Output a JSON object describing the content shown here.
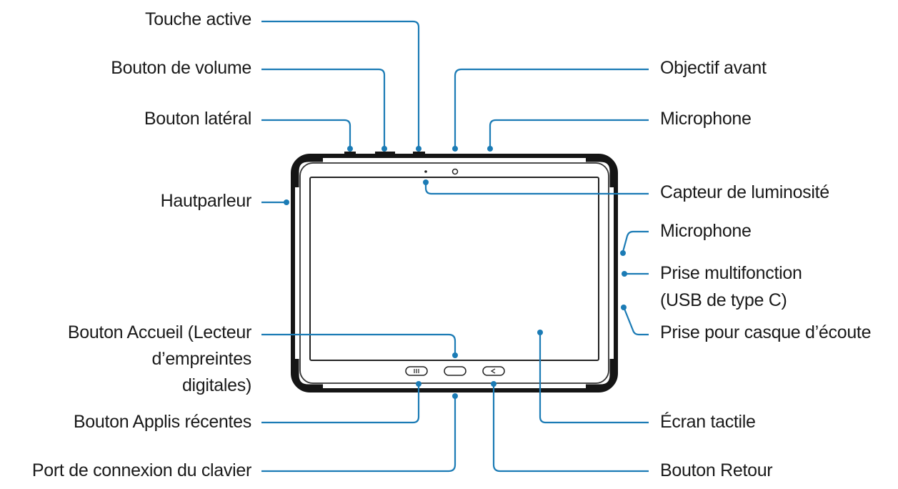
{
  "diagram": {
    "accent_color": "#1b7bb5",
    "labels_left": {
      "touche_active": "Touche active",
      "bouton_volume": "Bouton de volume",
      "bouton_lateral": "Bouton latéral",
      "hautparleur": "Hautparleur",
      "bouton_accueil_1": "Bouton Accueil (Lecteur",
      "bouton_accueil_2": "d’empreintes",
      "bouton_accueil_3": "digitales)",
      "bouton_applis": "Bouton Applis récentes",
      "port_clavier": "Port de connexion du clavier"
    },
    "labels_right": {
      "objectif_avant": "Objectif avant",
      "microphone_top": "Microphone",
      "capteur": "Capteur de luminosité",
      "microphone_side": "Microphone",
      "prise_multi_1": "Prise multifonction",
      "prise_multi_2": "(USB de type C)",
      "prise_casque": "Prise pour casque d’écoute",
      "ecran": "Écran tactile",
      "bouton_retour": "Bouton Retour"
    }
  }
}
